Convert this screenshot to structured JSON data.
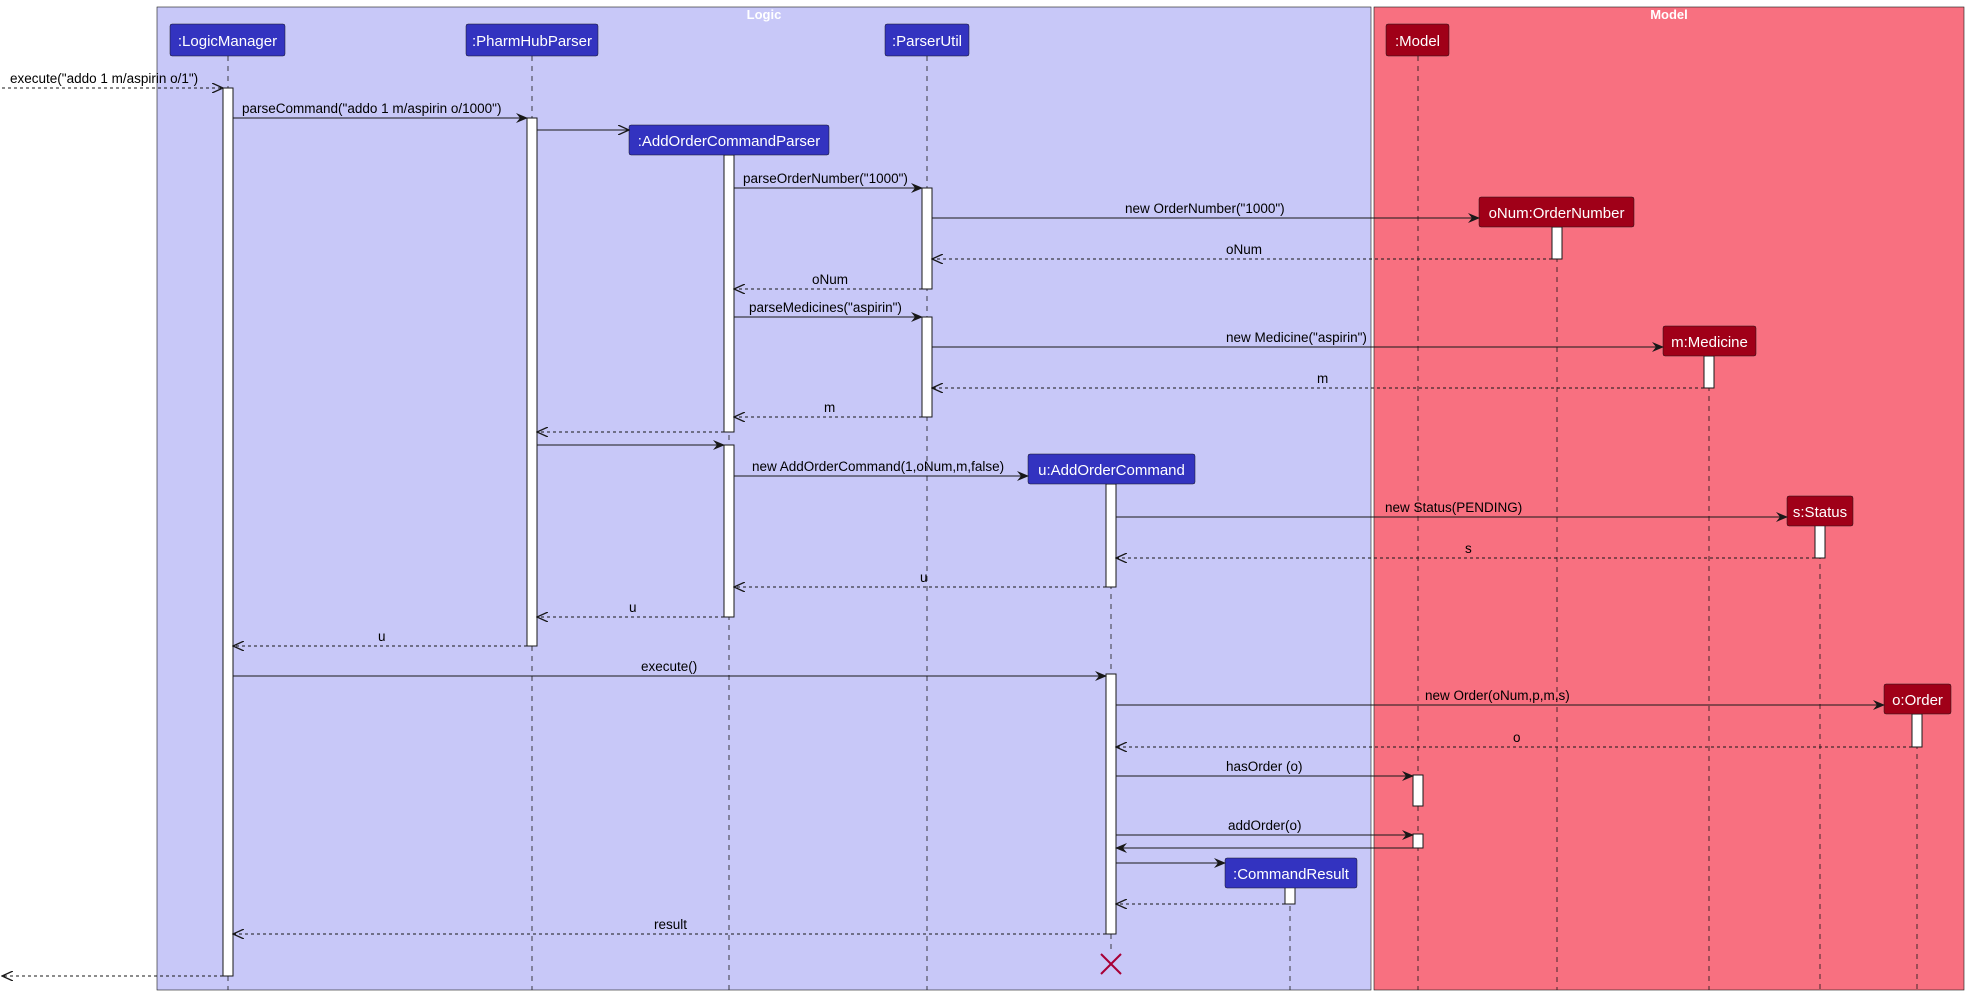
{
  "groups": {
    "logic": {
      "title": "Logic",
      "color": "#c8c8f8"
    },
    "model": {
      "title": "Model",
      "color": "#f87080"
    }
  },
  "participants": {
    "logic_manager": ":LogicManager",
    "pharmhub_parser": ":PharmHubParser",
    "add_order_command_parser": ":AddOrderCommandParser",
    "parser_util": ":ParserUtil",
    "add_order_command": "u:AddOrderCommand",
    "command_result": ":CommandResult",
    "model": ":Model",
    "order_number": "oNum:OrderNumber",
    "medicine": "m:Medicine",
    "status": "s:Status",
    "order": "o:Order"
  },
  "messages": {
    "execute_input": "execute(\"addo 1 m/aspirin o/1\")",
    "parse_command": "parseCommand(\"addo 1 m/aspirin o/1000\")",
    "parse_order_number": "parseOrderNumber(\"1000\")",
    "new_order_number": "new OrderNumber(\"1000\")",
    "return_onum_1": "oNum",
    "return_onum_2": "oNum",
    "parse_medicines": "parseMedicines(\"aspirin\")",
    "new_medicine": "new Medicine(\"aspirin\")",
    "return_m_1": "m",
    "return_m_2": "m",
    "new_add_order_command": "new AddOrderCommand(1,oNum,m,false)",
    "new_status": "new Status(PENDING)",
    "return_s": "s",
    "return_u_1": "u",
    "return_u_2": "u",
    "return_u_3": "u",
    "execute": "execute()",
    "new_order": "new Order(oNum,p,m,s)",
    "return_o": "o",
    "has_order": "hasOrder (o)",
    "add_order": "addOrder(o)",
    "return_result": "result"
  },
  "colors": {
    "logic_participant": "#3333c0",
    "model_participant": "#a00018",
    "destroy_mark": "#a80036"
  }
}
